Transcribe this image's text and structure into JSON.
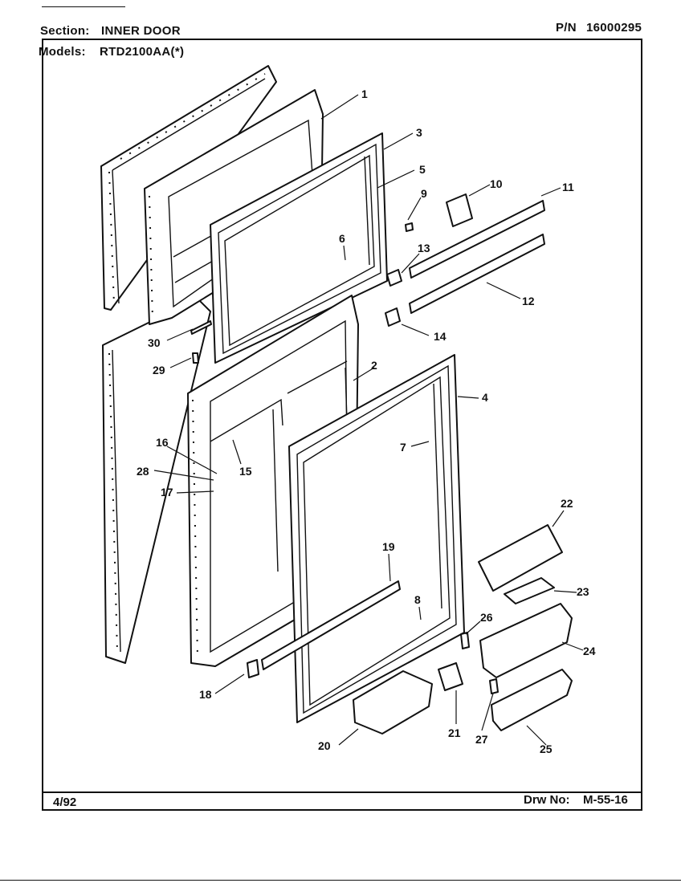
{
  "header": {
    "section_label": "Section:",
    "section_value": "INNER DOOR",
    "pn_label": "P/N",
    "pn_value": "16000295",
    "models_label": "Models:",
    "models_value": "RTD2100AA(*)"
  },
  "footer": {
    "date": "4/92",
    "drw_label": "Drw No:",
    "drw_value": "M-55-16"
  },
  "callouts": [
    "1",
    "2",
    "3",
    "4",
    "5",
    "6",
    "7",
    "8",
    "9",
    "10",
    "11",
    "12",
    "13",
    "14",
    "15",
    "16",
    "17",
    "18",
    "19",
    "20",
    "21",
    "22",
    "23",
    "24",
    "25",
    "26",
    "27",
    "28",
    "29",
    "30"
  ]
}
